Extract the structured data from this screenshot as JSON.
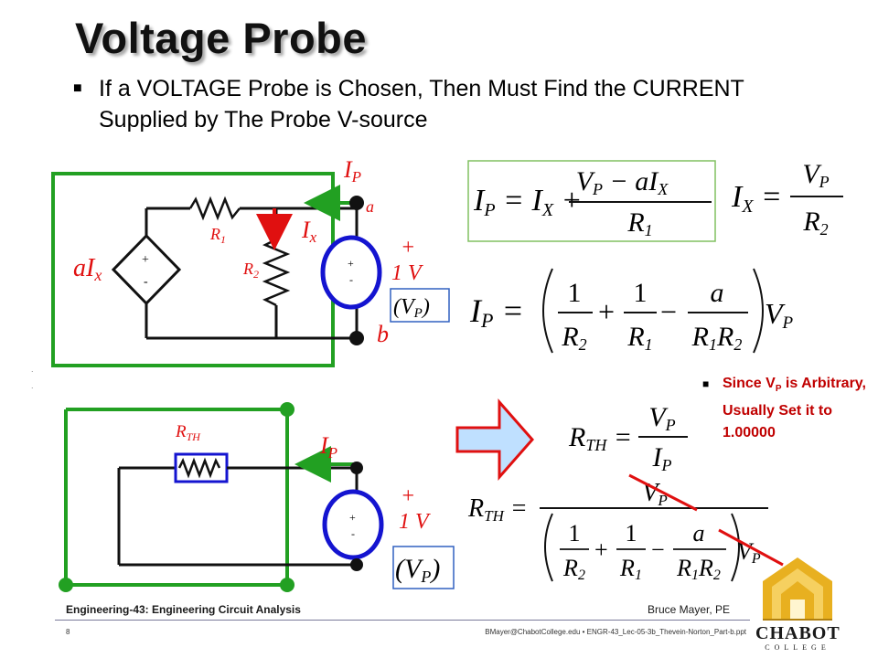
{
  "slide": {
    "title": "Voltage Probe",
    "bullet": "If a VOLTAGE Probe is Chosen, Then Must Find the CURRENT Supplied by The Probe V-source",
    "note": {
      "pre": "Since V",
      "sub": "P",
      "post": " is Arbitrary, Usually Set it to 1.00000"
    }
  },
  "circuit_top": {
    "ip_label": "I",
    "ip_sub": "P",
    "ix_label": "I",
    "ix_sub": "x",
    "r1_label": "R",
    "r1_sub": "1",
    "r2_label": "R",
    "r2_sub": "2",
    "dep_source_label": "aI",
    "dep_source_sub": "x",
    "node_a": "a",
    "node_b": "b",
    "src_plus": "+",
    "src_value": "1 V",
    "probe_label": "(V",
    "probe_sub": "P",
    "probe_close": ")"
  },
  "circuit_bottom": {
    "rth_label": "R",
    "rth_sub": "TH",
    "ip_label": "I",
    "ip_sub": "P",
    "src_plus": "+",
    "src_value": "1 V",
    "probe_label": "(V",
    "probe_sub": "P",
    "probe_close": ")"
  },
  "footer": {
    "course": "Engineering-43: Engineering Circuit Analysis",
    "author": "Bruce Mayer, PE",
    "page": "8",
    "file": "BMayer@ChabotCollege.edu  •  ENGR-43_Lec-05-3b_Thevein-Norton_Part-b.ppt"
  },
  "logo": {
    "name": "CHABOT",
    "sub": "COLLEGE"
  },
  "colors": {
    "green": "#22a022",
    "red": "#e01010",
    "blue": "#1414d0",
    "note_red": "#c00000",
    "equation_box": "#80c060"
  }
}
